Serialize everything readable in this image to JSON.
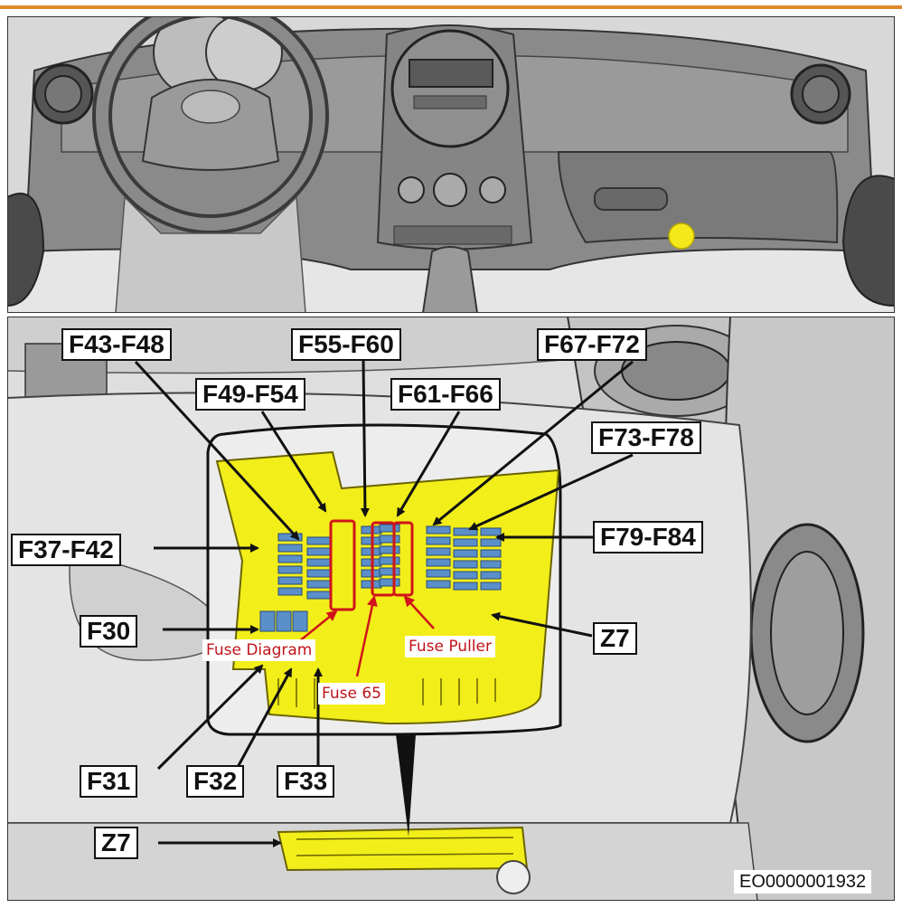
{
  "figure_code": "EO0000001932",
  "callouts": {
    "f43_f48": "F43-F48",
    "f55_f60": "F55-F60",
    "f67_f72": "F67-F72",
    "f49_f54": "F49-F54",
    "f61_f66": "F61-F66",
    "f73_f78": "F73-F78",
    "f37_f42": "F37-F42",
    "f79_f84": "F79-F84",
    "f30": "F30",
    "z7_right": "Z7",
    "f31": "F31",
    "f32": "F32",
    "f33": "F33",
    "z7_bottom": "Z7"
  },
  "annotations": {
    "fuse_diagram": "Fuse Diagram",
    "fuse_puller": "Fuse Puller",
    "fuse_65": "Fuse 65"
  },
  "colors": {
    "accent_line": "#e08a2e",
    "fuse_box": "#f2ee1a",
    "fuse_blue": "#5b8fc9",
    "marker_yellow": "#f5e81a",
    "highlight_red": "#d0141a"
  }
}
